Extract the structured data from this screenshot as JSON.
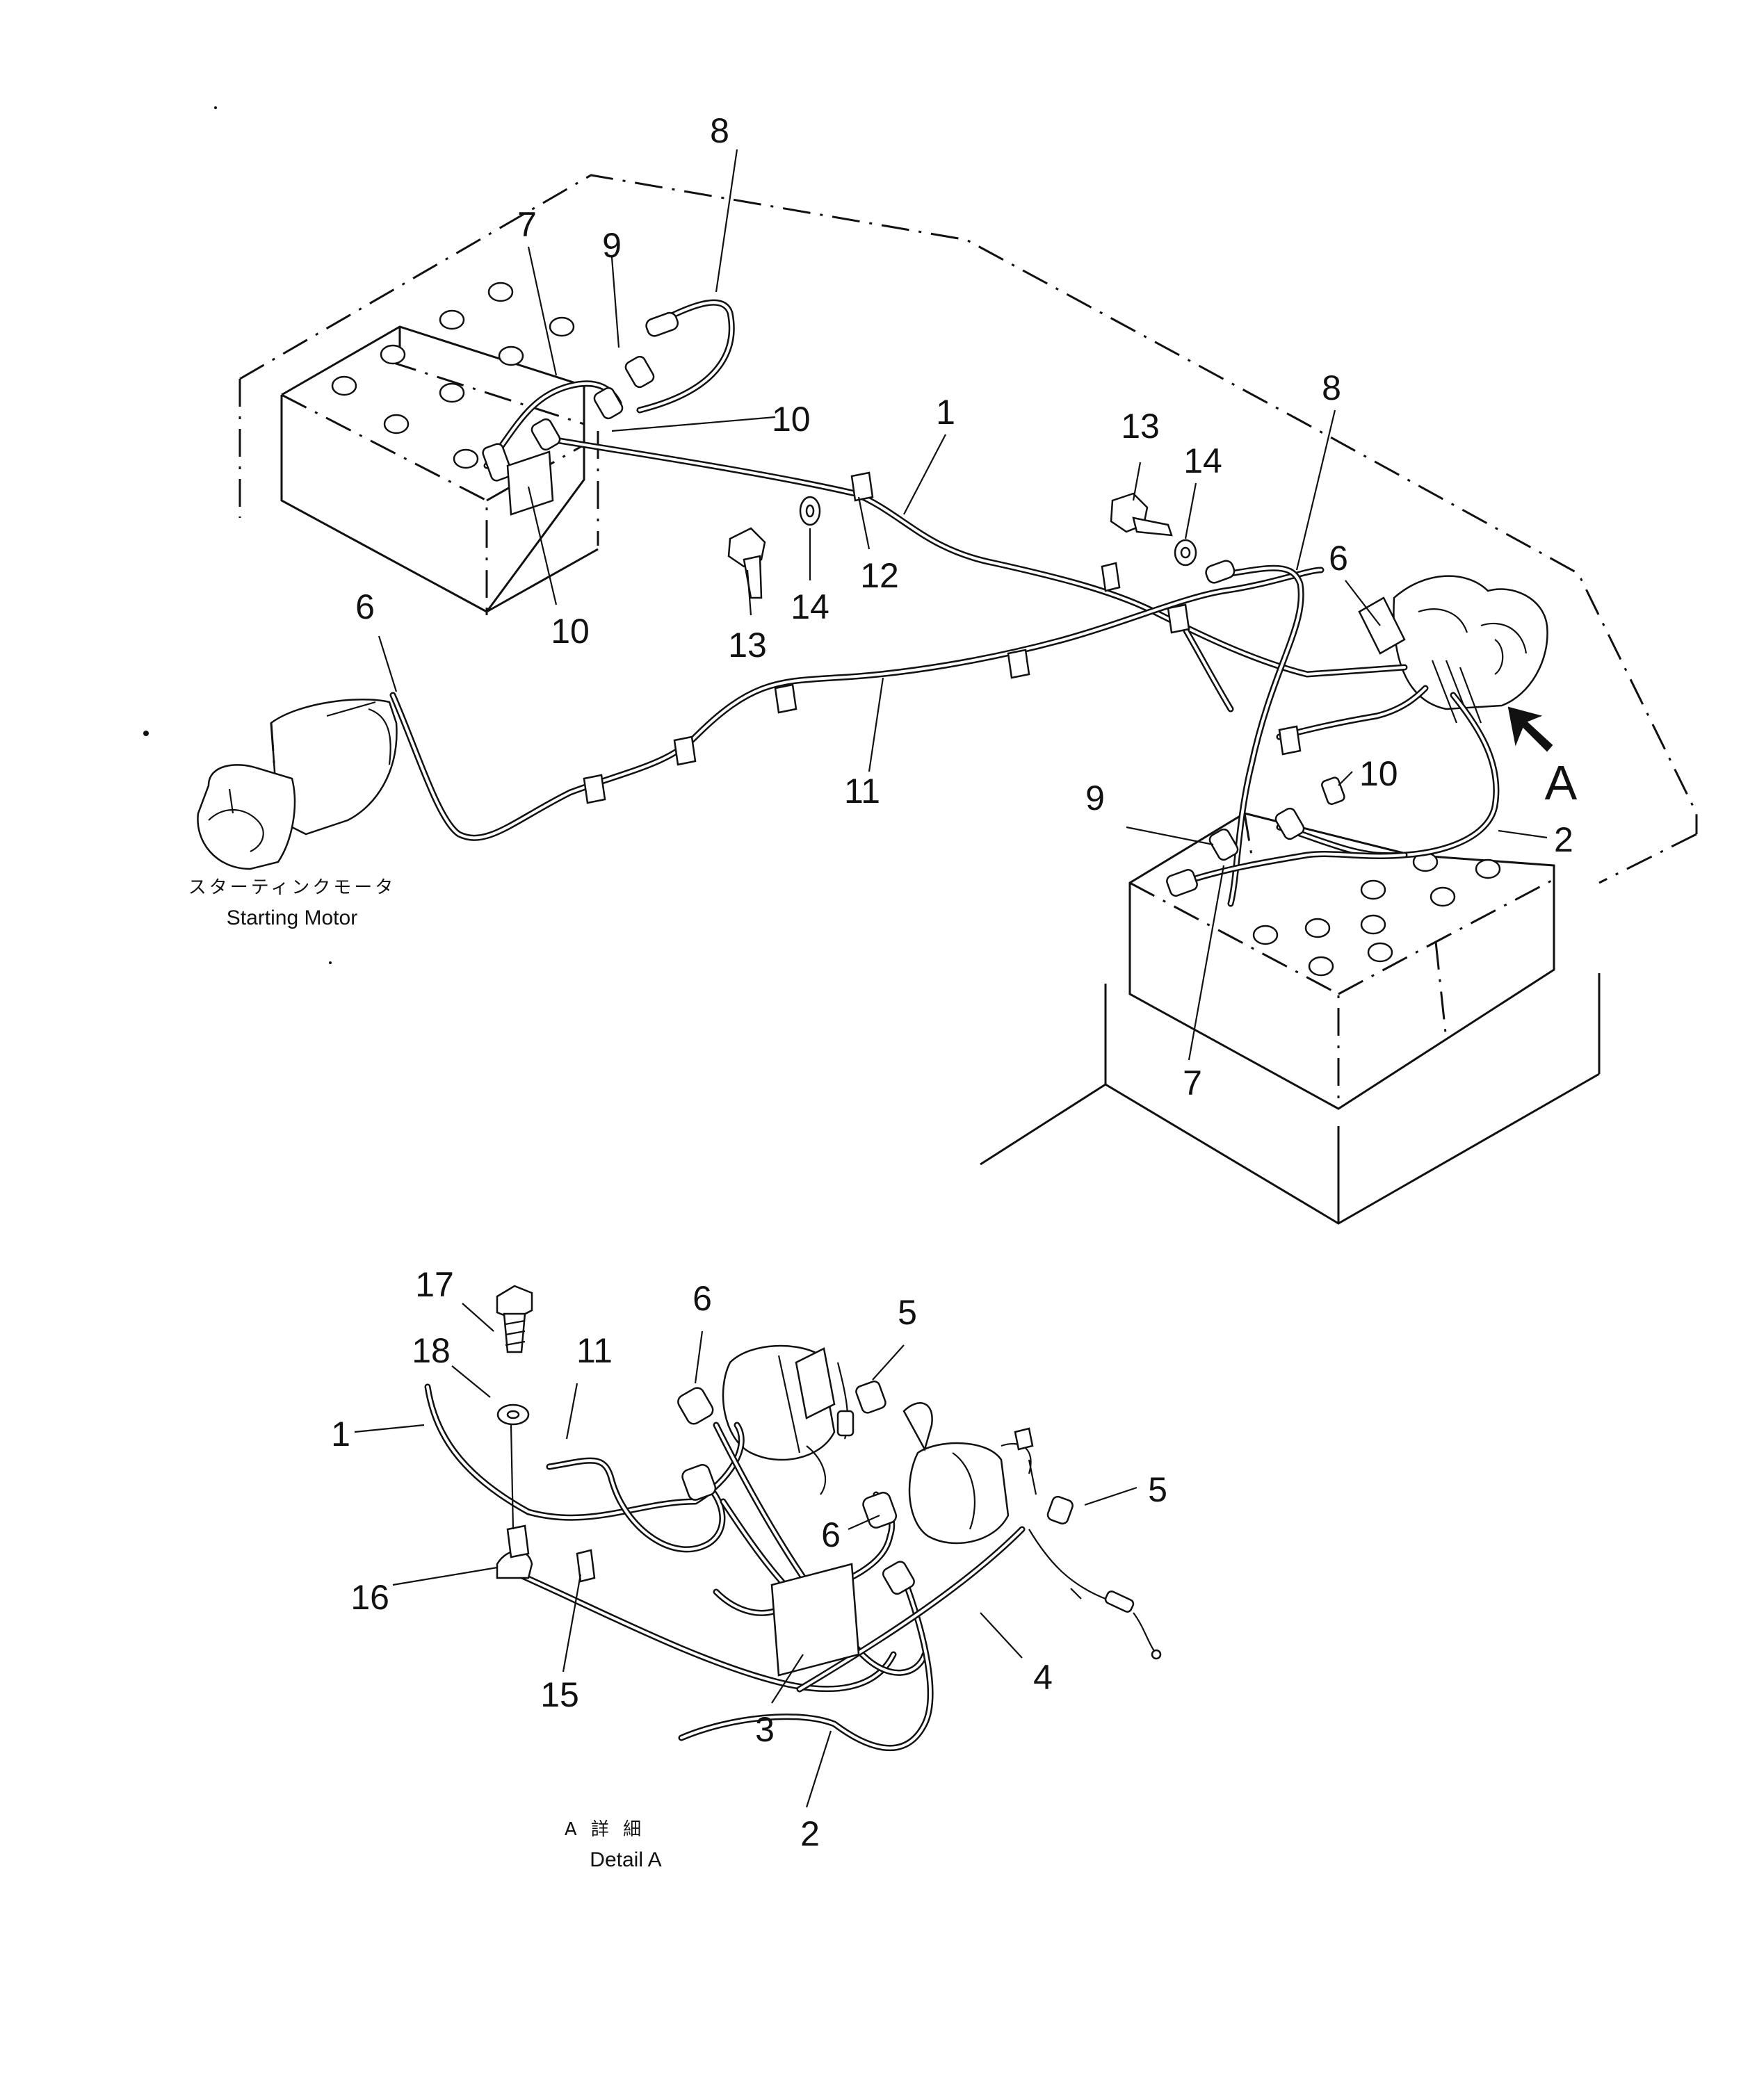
{
  "callouts": {
    "c1_top": "1",
    "c2_right": "2",
    "c6_left": "6",
    "c6_right": "6",
    "c7_top": "7",
    "c7_bottom": "7",
    "c8_top": "8",
    "c8_right": "8",
    "c9_top": "9",
    "c9_right": "9",
    "c10_top": "10",
    "c10_mid": "10",
    "c10_right": "10",
    "c11_top": "11",
    "c12_top": "12",
    "c13_top": "13",
    "c13_left": "13",
    "c14_top": "14",
    "c14_left": "14",
    "arrow_a": "A",
    "d1": "1",
    "d2": "2",
    "d3": "3",
    "d4": "4",
    "d5a": "5",
    "d5b": "5",
    "d6a": "6",
    "d6b": "6",
    "d11": "11",
    "d15": "15",
    "d16": "16",
    "d17": "17",
    "d18": "18"
  },
  "captions": {
    "starting_motor_jp": "スターティンクモータ",
    "starting_motor_en": "Starting Motor",
    "detail_a_jp": "A 詳 細",
    "detail_a_en": "Detail A"
  }
}
